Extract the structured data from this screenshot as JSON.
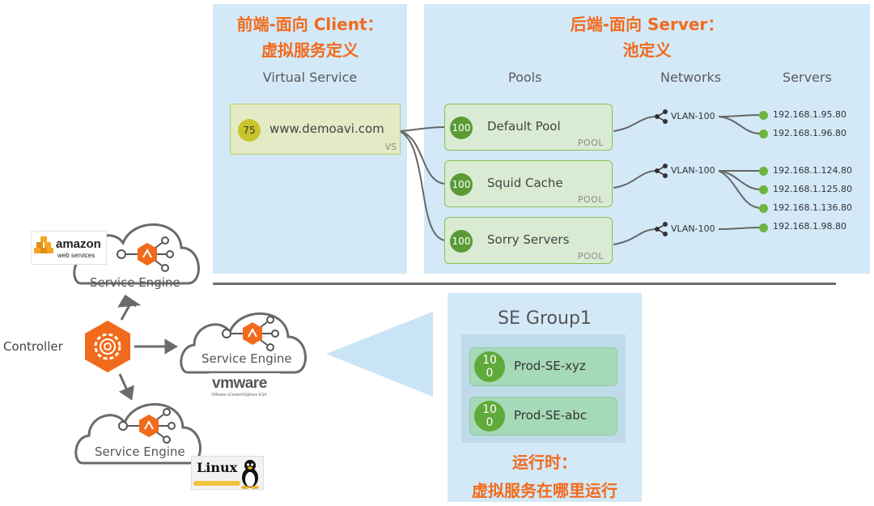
{
  "frontend": {
    "title_line1": "前端-面向 Client：",
    "title_line2": "虚拟服务定义",
    "column_header": "Virtual Service",
    "vs": {
      "badge": "75",
      "name": "www.demoavi.com",
      "tag": "VS"
    }
  },
  "backend": {
    "title_line1": "后端-面向 Server：",
    "title_line2": "池定义",
    "headers": {
      "pools": "Pools",
      "networks": "Networks",
      "servers": "Servers"
    },
    "pools": [
      {
        "badge": "100",
        "name": "Default Pool",
        "tag": "POOL"
      },
      {
        "badge": "100",
        "name": "Squid Cache",
        "tag": "POOL"
      },
      {
        "badge": "100",
        "name": "Sorry Servers",
        "tag": "POOL"
      }
    ],
    "networks": [
      "VLAN-100",
      "VLAN-100",
      "VLAN-100"
    ],
    "servers": [
      "192.168.1.95.80",
      "192.168.1.96.80",
      "192.168.1.124.80",
      "192.168.1.125.80",
      "192.168.1.136.80",
      "192.168.1.98.80"
    ]
  },
  "controller": {
    "label": "Controller"
  },
  "service_engines": [
    {
      "label": "Service Engine",
      "logo_line1": "amazon",
      "logo_line2": "web services"
    },
    {
      "label": "Service Engine",
      "logo_line1": "vmware",
      "logo_line2": "VMware vCenter/vSphere ESX"
    },
    {
      "label": "Service Engine",
      "logo_line1": "Linux"
    }
  ],
  "se_group": {
    "title": "SE Group1",
    "items": [
      {
        "badge_line1": "10",
        "badge_line2": "0",
        "name": "Prod-SE-xyz"
      },
      {
        "badge_line1": "10",
        "badge_line2": "0",
        "name": "Prod-SE-abc"
      }
    ]
  },
  "runtime": {
    "title_line1": "运行时：",
    "title_line2": "虚拟服务在哪里运行"
  },
  "colors": {
    "accent_orange": "#f26a1b",
    "panel_blue": "#d3e9f8",
    "green": "#6cb53e"
  }
}
